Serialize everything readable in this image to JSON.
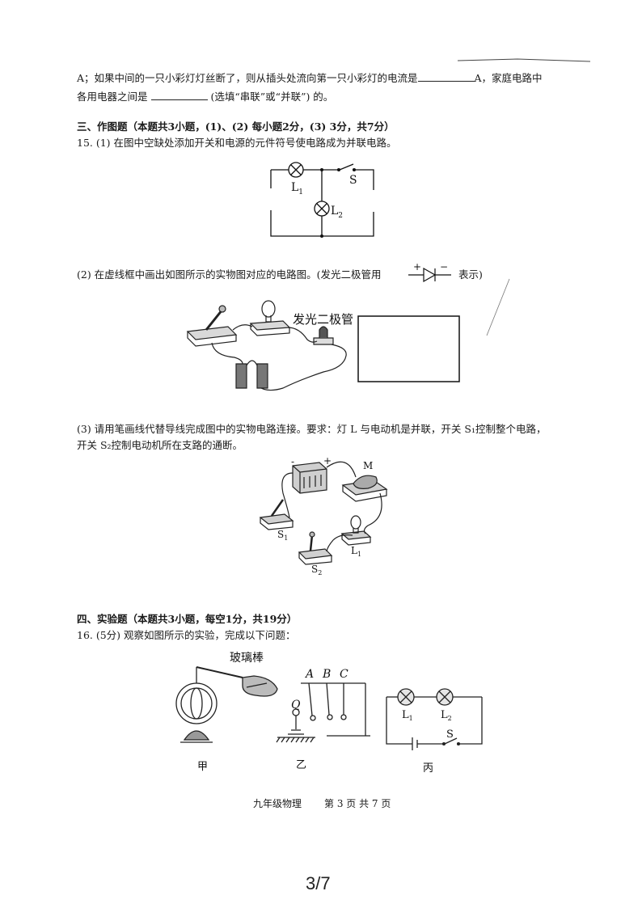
{
  "q14_tail": {
    "line1_a": "A；如果中间的一只小彩灯灯丝断了，则从插头处流向第一只小彩灯的电流是",
    "line1_b": "A，家庭电路中",
    "line2_a": "各用电器之间是",
    "line2_b": "(选填“串联”或“并联”) 的。"
  },
  "section3": {
    "heading": "三、作图题（本题共3小题，(1)、(2) 每小题2分，(3) 3分，共7分）",
    "q15_1": "15. (1) 在图中空缺处添加开关和电源的元件符号使电路成为并联电路。",
    "fig1": {
      "lamp1": "L",
      "lamp1_sub": "1",
      "lamp2": "L",
      "lamp2_sub": "2",
      "switch": "S"
    },
    "q15_2_a": "(2) 在虚线框中画出如图所示的实物图对应的电路图。(发光二极管用",
    "q15_2_b": "表示)",
    "led_plus": "+",
    "led_minus": "−",
    "fig2_label": "发光二极管",
    "q15_3_line1": "(3) 请用笔画线代替导线完成图中的实物电路连接。要求：灯 L 与电动机是并联，开关 S₁控制整个电路，",
    "q15_3_line2": "开关 S₂控制电动机所在支路的通断。",
    "fig3": {
      "minus": "-",
      "plus": "+",
      "motor": "M",
      "s1": "S",
      "s1_sub": "1",
      "s2": "S",
      "s2_sub": "2",
      "lamp": "L",
      "lamp_sub": "1"
    }
  },
  "section4": {
    "heading": "四、实验题（本题共3小题，每空1分，共19分）",
    "q16": "16. (5分) 观察如图所示的实验，完成以下问题：",
    "fig_jia": {
      "rod_label": "玻璃棒",
      "caption": "甲"
    },
    "fig_yi": {
      "a": "A",
      "b": "B",
      "c": "C",
      "q": "Q",
      "caption": "乙"
    },
    "fig_bing": {
      "l1": "L",
      "l1_sub": "1",
      "l2": "L",
      "l2_sub": "2",
      "s": "S",
      "caption": "丙"
    }
  },
  "footer": {
    "subject": "九年级物理",
    "page": "第 3 页 共 7 页"
  },
  "page_counter": "3/7"
}
